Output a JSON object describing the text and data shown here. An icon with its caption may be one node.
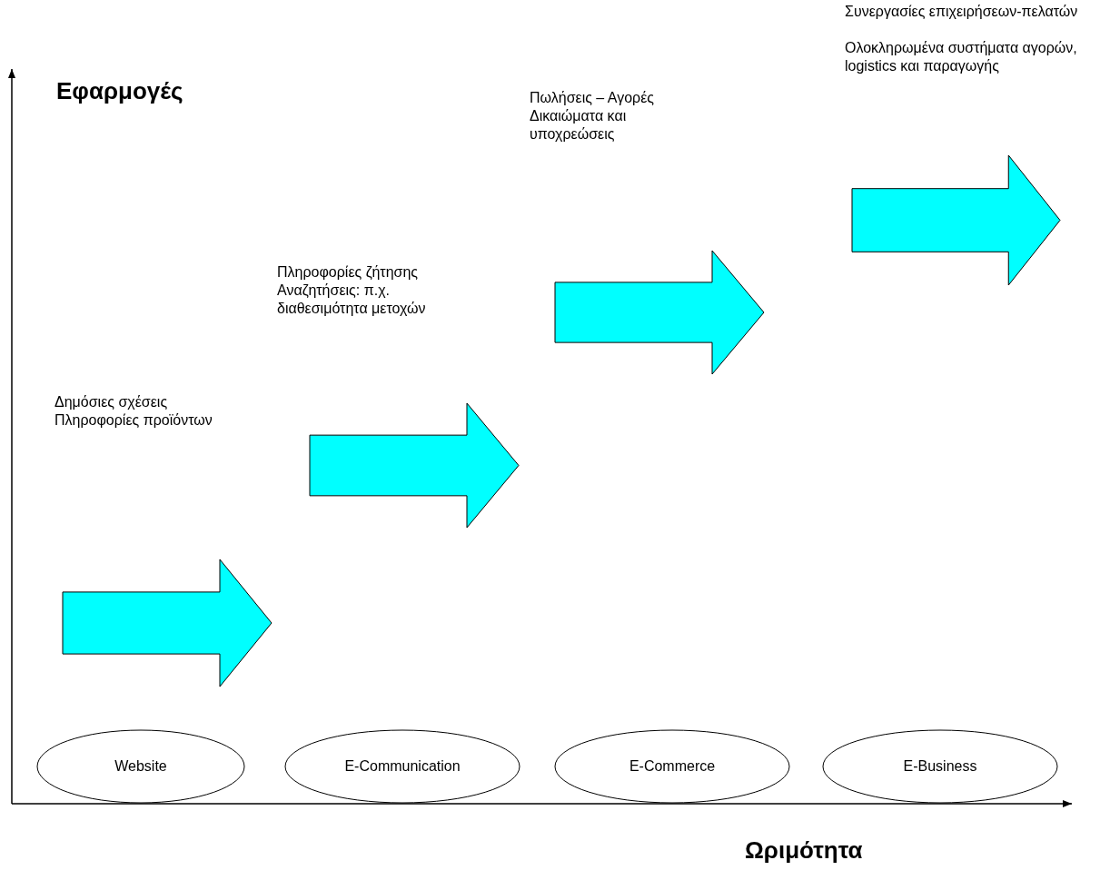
{
  "diagram": {
    "nodes": [
      {
        "text": [],
        "shape": "arrow"
      },
      {
        "text": [],
        "shape": "arrow"
      },
      {
        "text": [],
        "shape": "arrow"
      },
      {
        "text": [],
        "shape": "arrow"
      },
      {
        "text": [
          "Website"
        ]
      },
      {
        "text": [
          "E-Communication"
        ]
      },
      {
        "text": [
          "E-Commerce"
        ]
      },
      {
        "text": [
          "E-Business"
        ]
      }
    ],
    "labels": [
      "Συνεργασίες επιχειρήσεων-πελατών",
      "Ολοκληρωμένα συστήματα αγορών, logistics και παραγωγής",
      "Εφαρμογές",
      "Πωλήσεις – Αγορές",
      "Δικαιώματα και υποχρεώσεις",
      "Πληροφορίες ζήτησης",
      "Αναζητήσεις: π.χ. διαθεσιμότητα μετοχών",
      "Δημόσιες σχέσεις",
      "Πληροφορίες προϊόντων",
      "Ωριμότητα"
    ]
  }
}
